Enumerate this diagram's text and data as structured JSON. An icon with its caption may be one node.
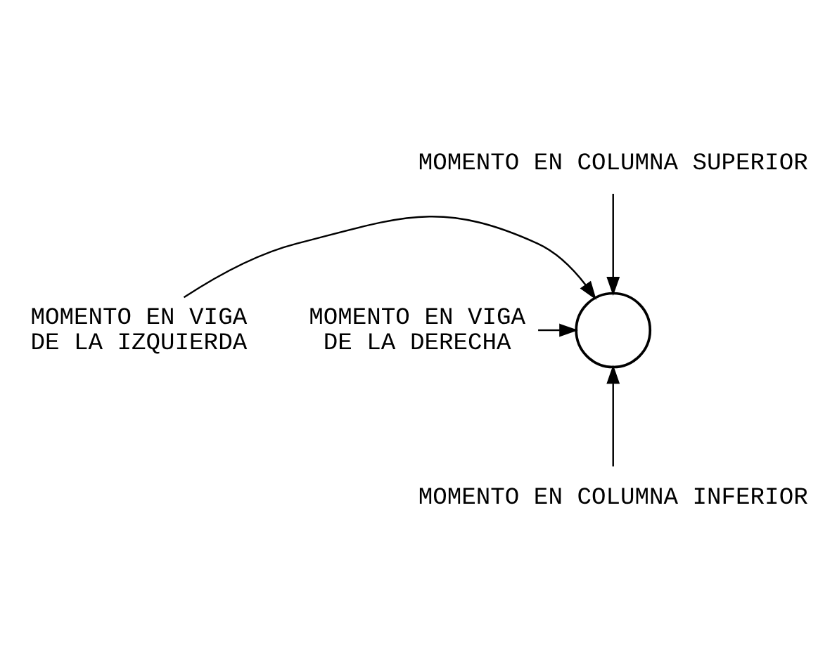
{
  "diagram": {
    "nodes": [
      {
        "text": [
          "MOMENTO EN COLUMNA SUPERIOR"
        ]
      },
      {
        "text": [
          "MOMENTO EN VIGA DE LA IZQUIERDA"
        ]
      },
      {
        "text": [],
        "shape": "circle"
      },
      {
        "text": [
          "MOMENTO EN VIGA DE LA DERECHA"
        ]
      },
      {
        "text": [
          "MOMENTO EN COLUMNA INFERIOR"
        ]
      }
    ],
    "edges": [
      {
        "from": 0,
        "to": 2,
        "arrow": "to"
      },
      {
        "from": 1,
        "to": 2,
        "arrow": "to"
      },
      {
        "from": 3,
        "to": 2,
        "arrow": "to"
      },
      {
        "from": 4,
        "to": 2,
        "arrow": "to"
      }
    ]
  }
}
